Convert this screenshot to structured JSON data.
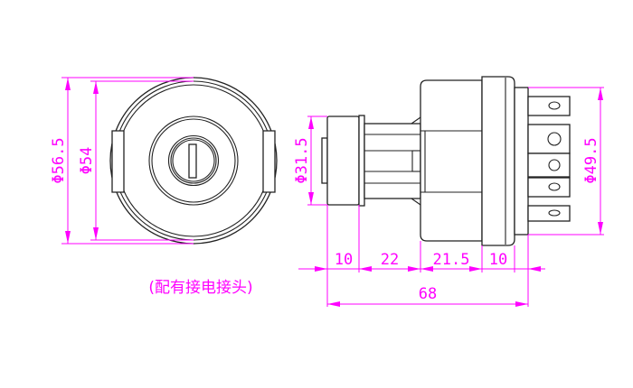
{
  "front_view": {
    "outer_diameter_label": "Φ56.5",
    "inner_diameter_label": "Φ54"
  },
  "side_view": {
    "front_diameter_label": "Φ31.5",
    "rear_diameter_label": "Φ49.5",
    "segment_lengths": [
      "10",
      "22",
      "21.5",
      "10"
    ],
    "total_length": "68"
  },
  "caption": "(配有接电接头)",
  "colors": {
    "dimension": "#ff00ff",
    "outline": "#222222"
  }
}
